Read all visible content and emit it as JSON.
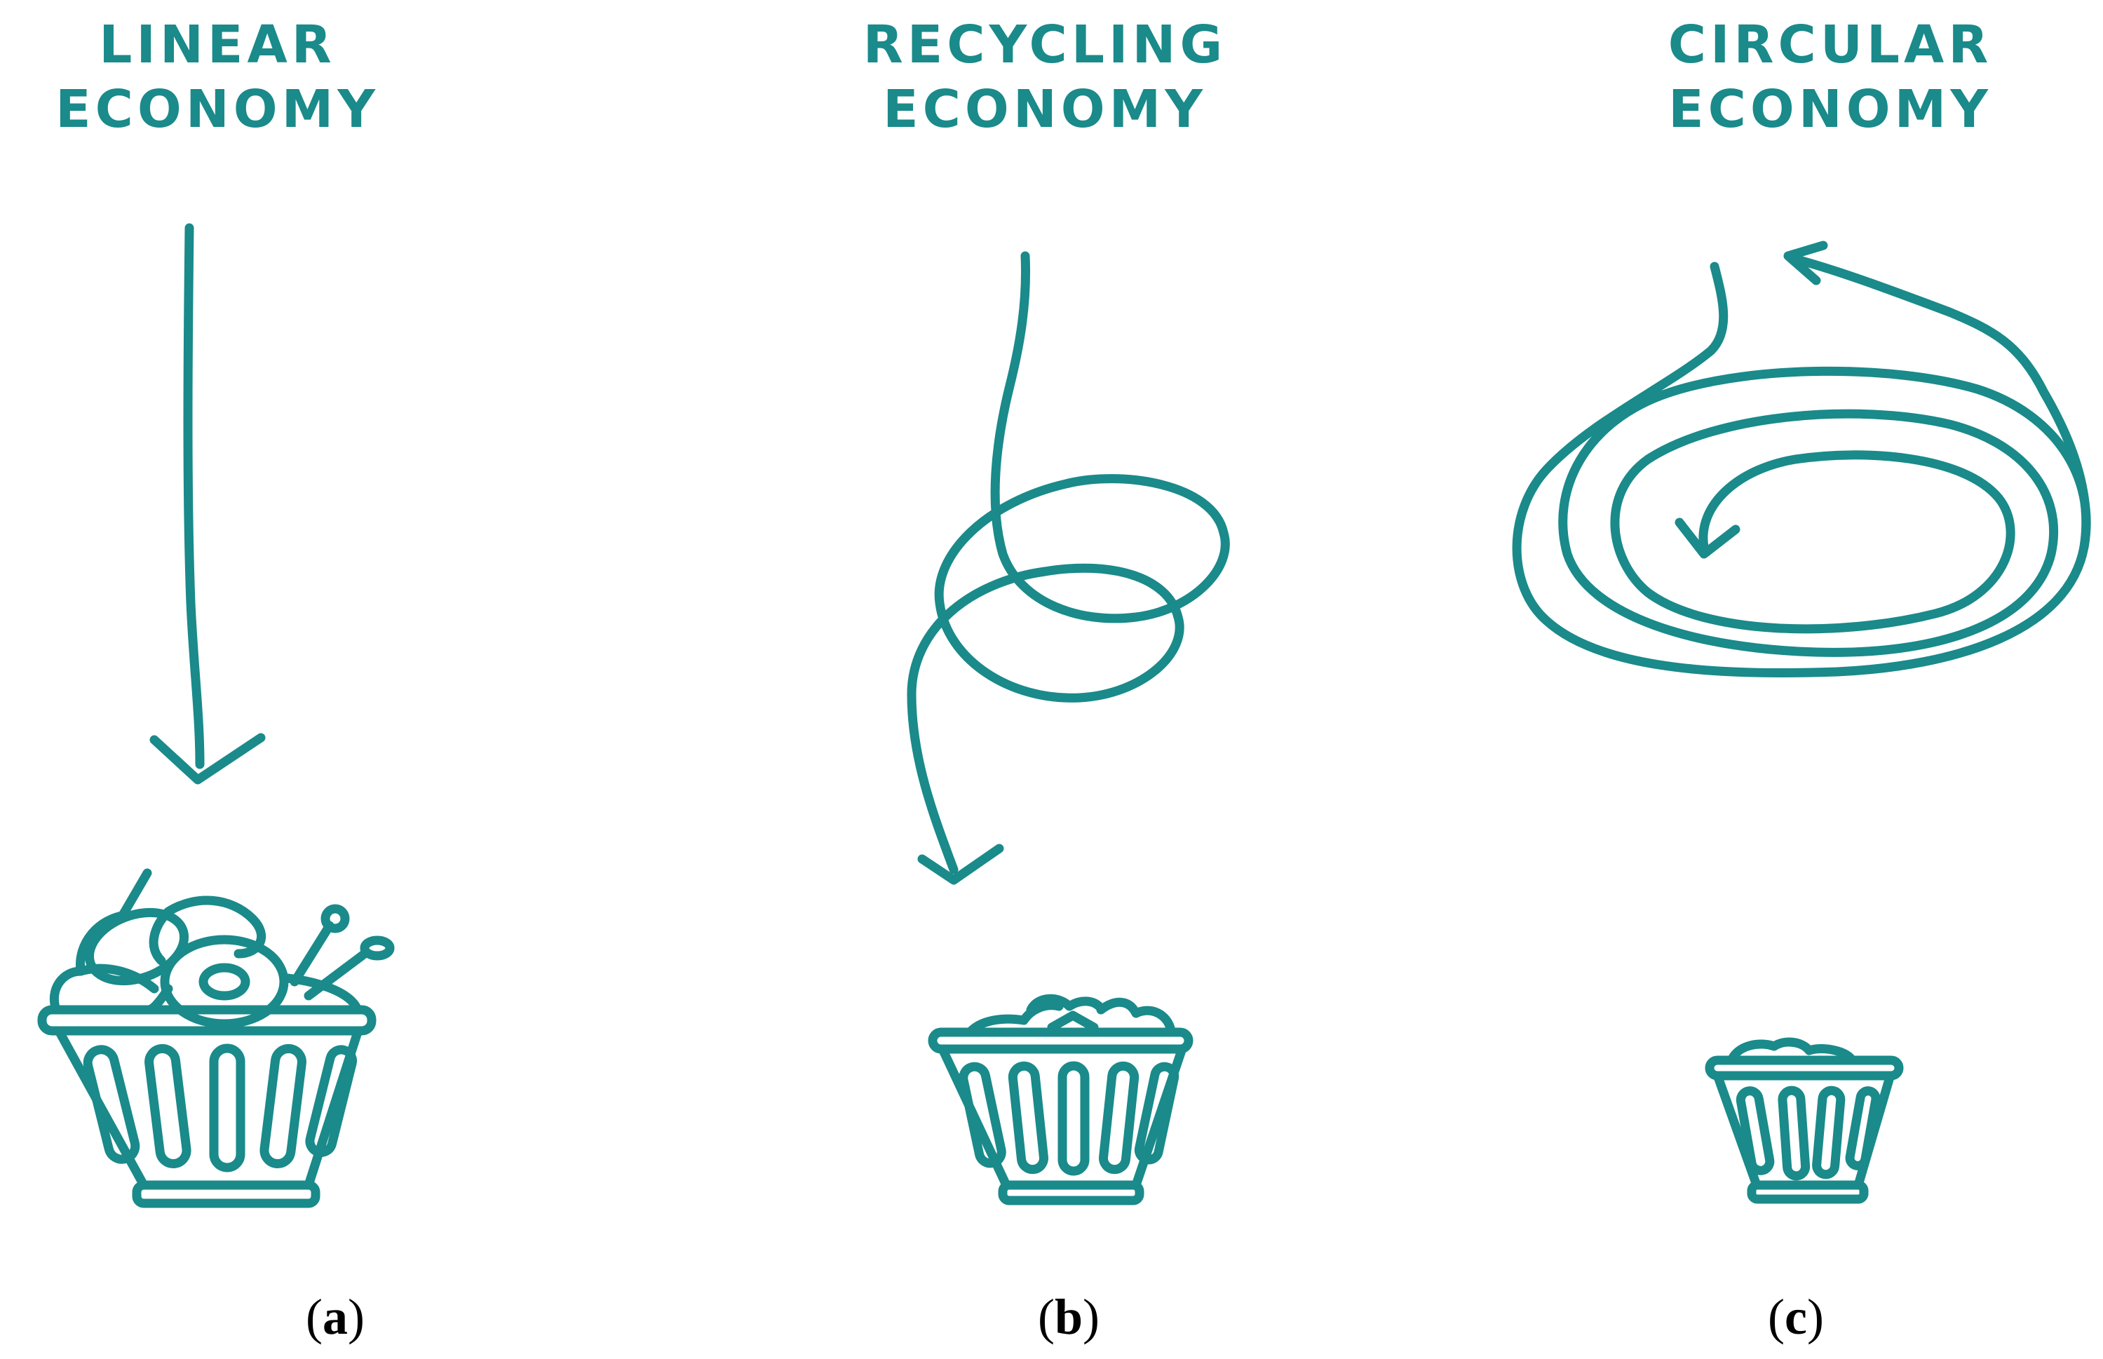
{
  "colors": {
    "accent": "#1a8a8a",
    "caption": "#000000"
  },
  "panels": [
    {
      "title_line1": "LINEAR",
      "title_line2": "ECONOMY",
      "caption": "a",
      "icons": [
        "straight-down-arrow-icon",
        "overflowing-trash-bin-icon"
      ]
    },
    {
      "title_line1": "RECYCLING",
      "title_line2": "ECONOMY",
      "caption": "b",
      "icons": [
        "looped-down-arrow-icon",
        "half-full-trash-bin-icon"
      ]
    },
    {
      "title_line1": "CIRCULAR",
      "title_line2": "ECONOMY",
      "caption": "c",
      "icons": [
        "spiral-loop-arrow-icon",
        "small-trash-bin-icon"
      ]
    }
  ]
}
